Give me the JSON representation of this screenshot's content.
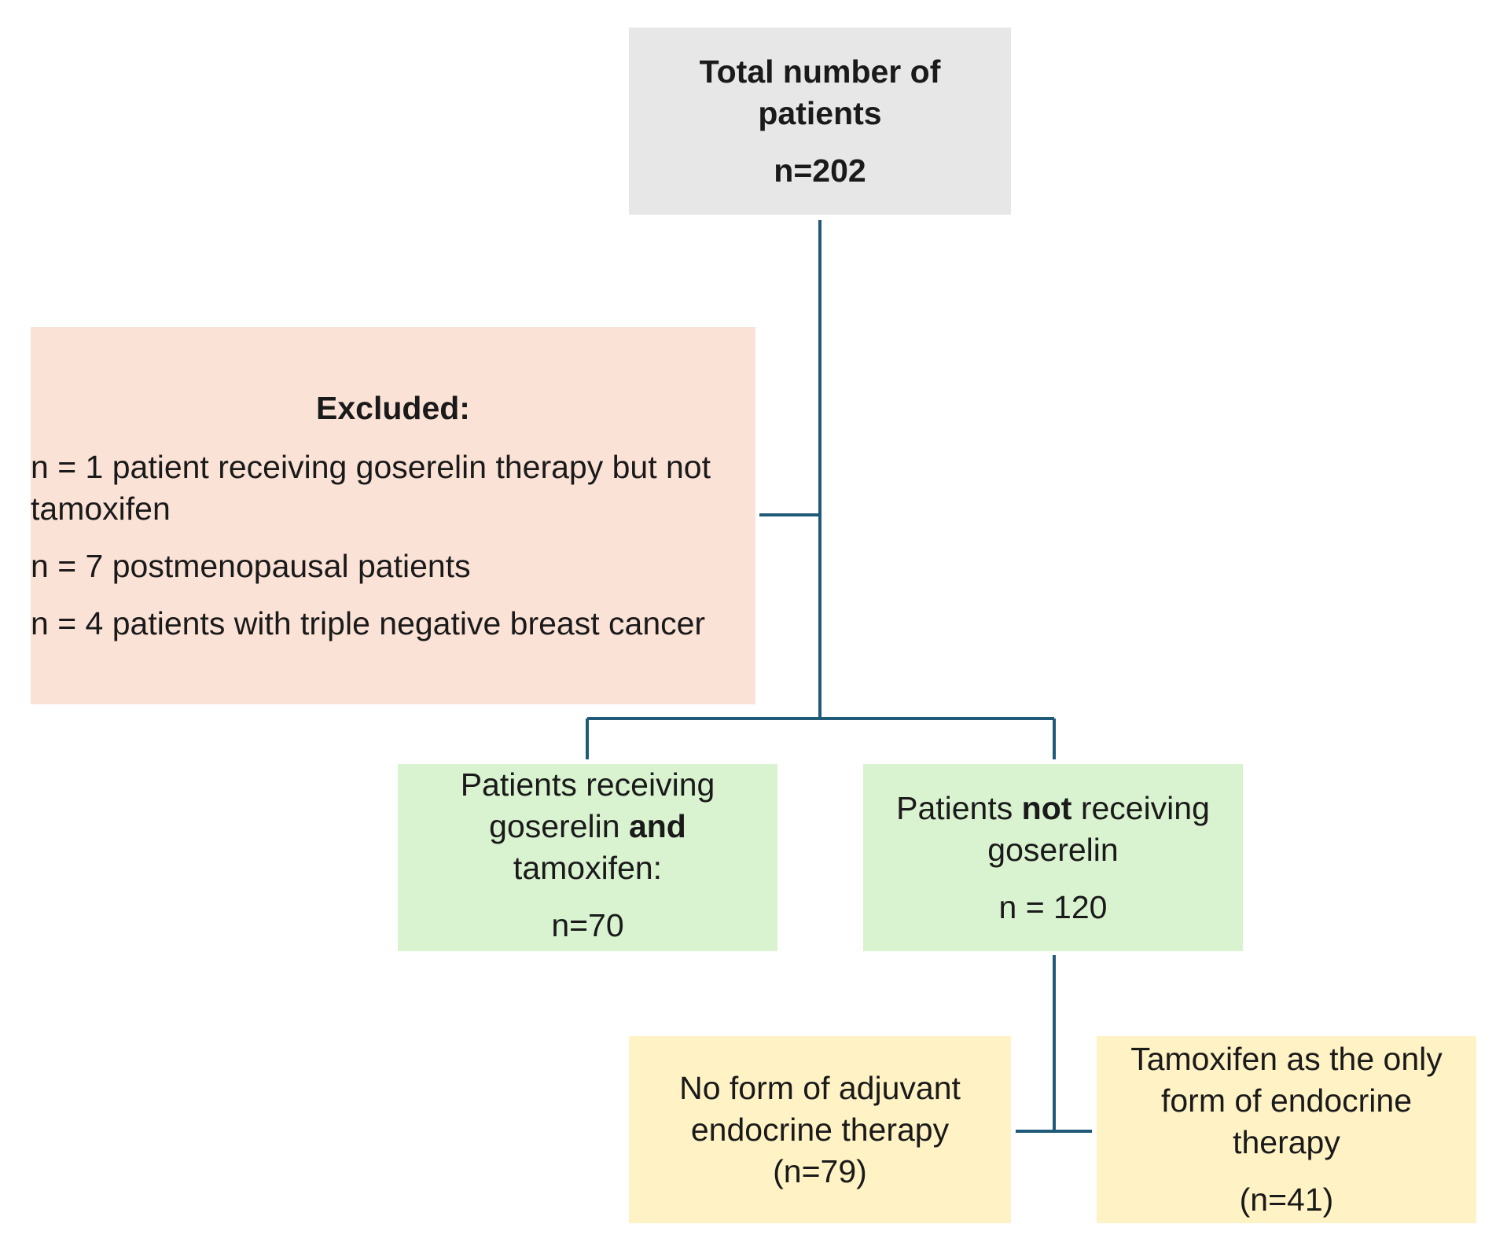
{
  "total": {
    "title": "Total number of patients",
    "count": "n=202"
  },
  "excluded": {
    "title": "Excluded:",
    "items": [
      "n = 1 patient receiving goserelin therapy but not tamoxifen",
      "n = 7 postmenopausal patients",
      "n = 4 patients with triple negative breast cancer"
    ]
  },
  "goserelin_and_tamoxifen": {
    "label_1": "Patients receiving goserelin",
    "label_bold": "and",
    "label_2": "tamoxifen:",
    "count": "n=70"
  },
  "not_goserelin": {
    "label_1": "Patients",
    "label_bold": "not",
    "label_2": "receiving goserelin",
    "count": "n = 120"
  },
  "no_adjuvant": {
    "label": "No form of adjuvant endocrine therapy",
    "count": "(n=79)"
  },
  "tamoxifen_only": {
    "label": "Tamoxifen as the only form of endocrine therapy",
    "count": "(n=41)"
  },
  "colors": {
    "connector": "#1f5b78",
    "total_fill": "#e7e7e7",
    "excluded_fill": "#fbe2d6",
    "group_fill": "#d9f2d0",
    "subgroup_fill": "#fff2c4"
  }
}
